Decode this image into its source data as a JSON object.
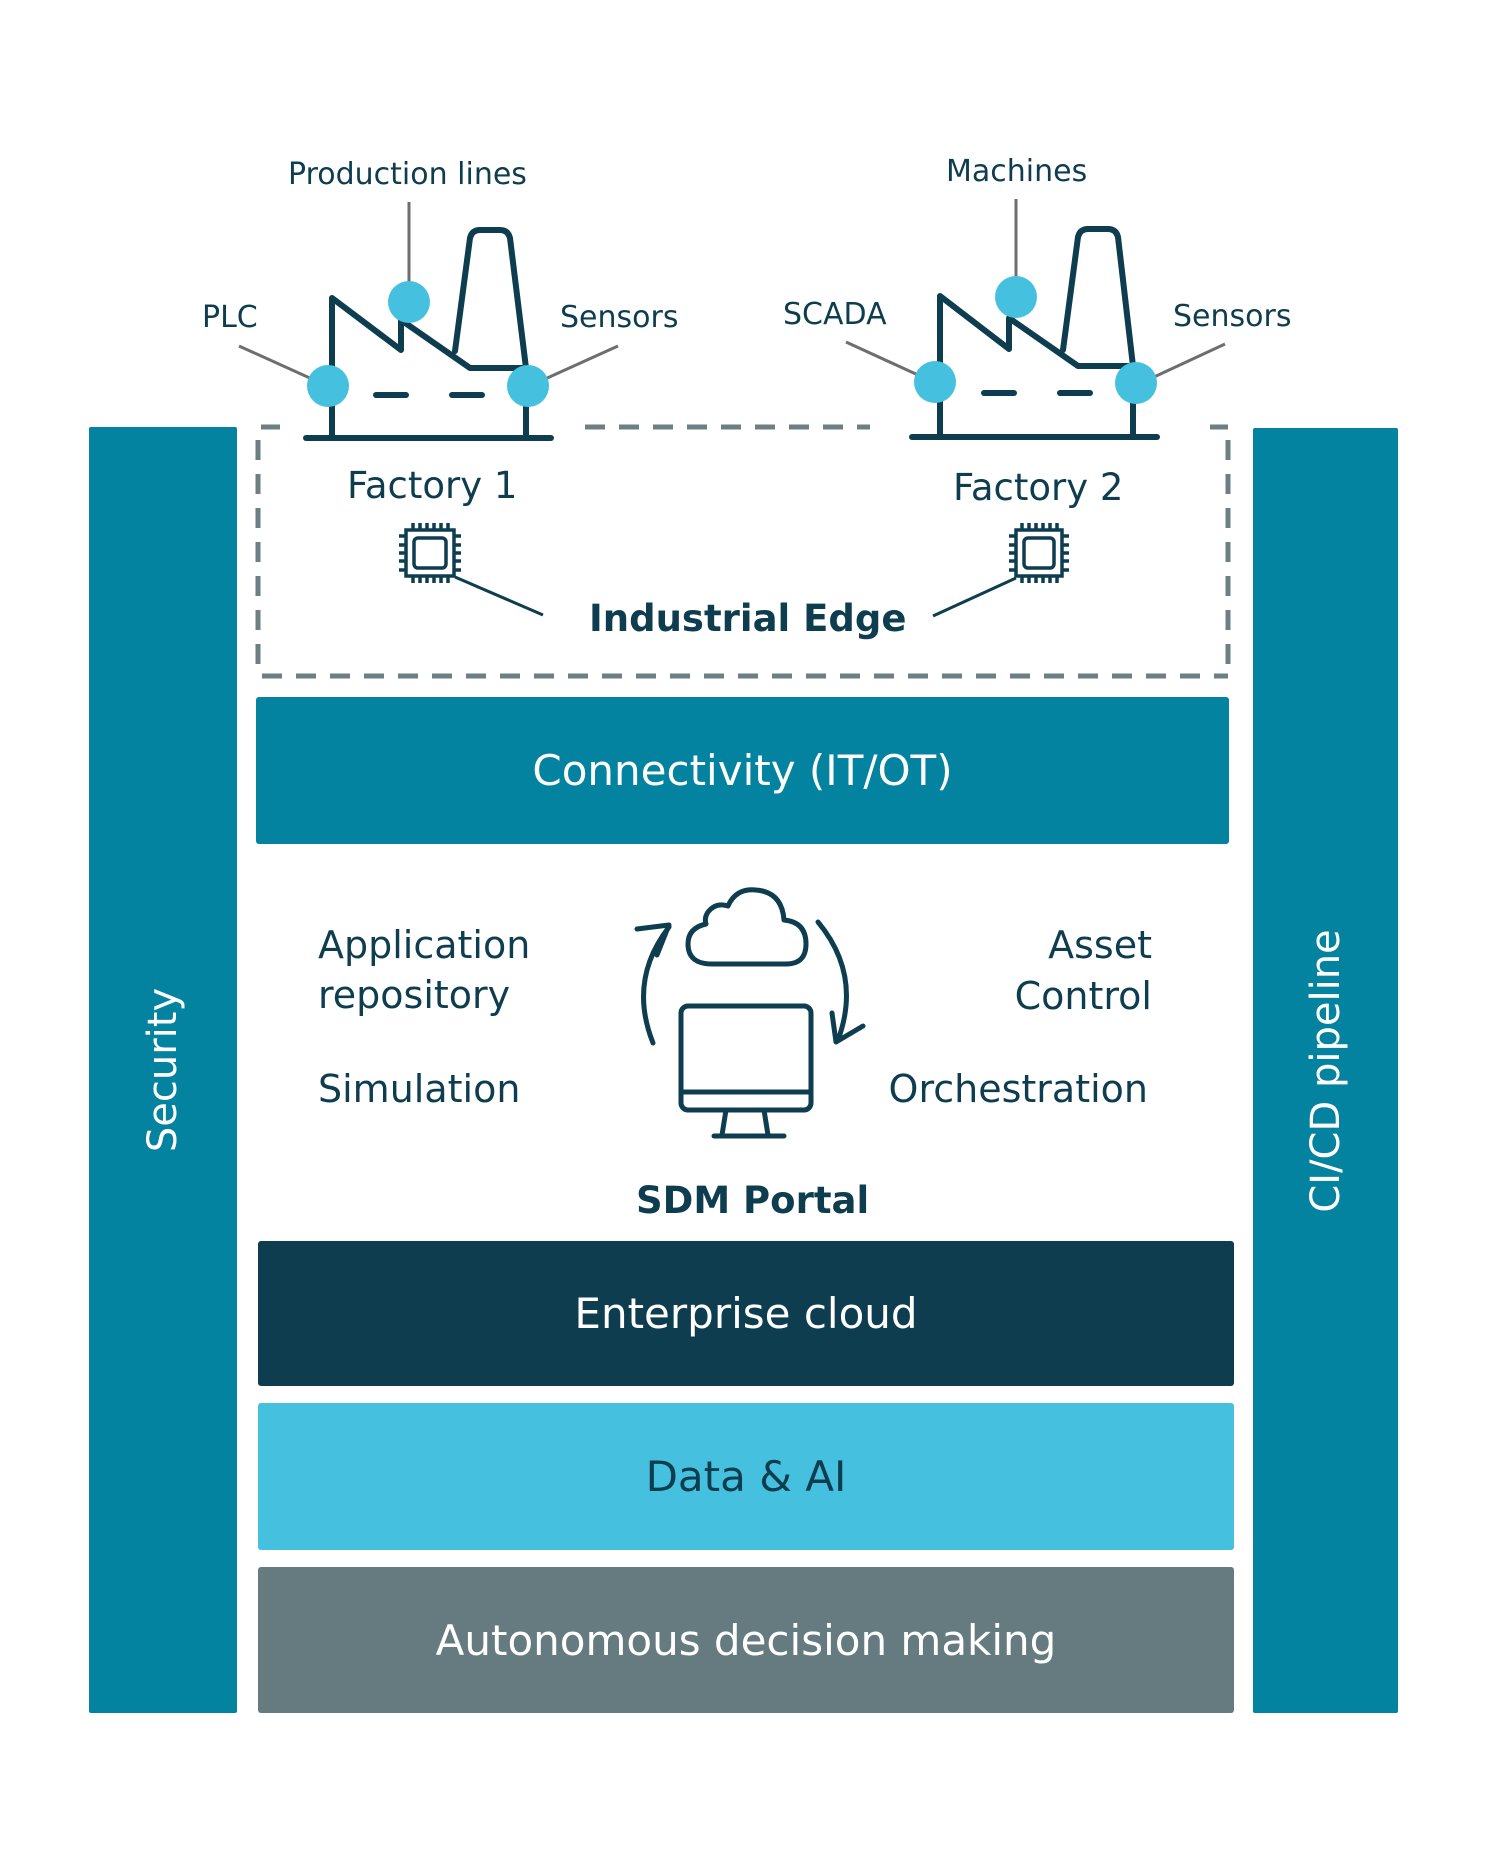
{
  "colors": {
    "dark_teal": "#0F3D50",
    "teal": "#03839F",
    "light_blue": "#45C1DF",
    "grey": "#657B80",
    "dash": "#6B7F84",
    "leader": "#6E6E6E",
    "white": "#FFFFFF"
  },
  "factories": [
    {
      "name": "Factory 1",
      "top_label": "Production lines",
      "left_label": "PLC",
      "right_label": "Sensors",
      "icon": "factory-icon",
      "edge_device_icon": "chip-icon"
    },
    {
      "name": "Factory 2",
      "top_label": "Machines",
      "left_label": "SCADA",
      "right_label": "Sensors",
      "icon": "factory-icon",
      "edge_device_icon": "chip-icon"
    }
  ],
  "industrial_edge": {
    "label": "Industrial Edge"
  },
  "sidebars": {
    "left": {
      "label": "Security"
    },
    "right": {
      "label": "CI/CD pipeline"
    }
  },
  "portal": {
    "title": "SDM Portal",
    "icons": [
      "cloud-icon",
      "monitor-icon",
      "sync-arrows-icon"
    ],
    "left_features": [
      "Application repository",
      "Simulation"
    ],
    "left_feature_lines": {
      "app_line1": "Application",
      "app_line2": "repository",
      "sim": "Simulation"
    },
    "right_features": [
      "Asset Control",
      "Orchestration"
    ],
    "right_feature_lines": {
      "asset_line1": "Asset",
      "asset_line2": "Control",
      "orch": "Orchestration"
    }
  },
  "layers": [
    {
      "label": "Connectivity (IT/OT)",
      "bg": "#03839F",
      "fg": "#FFFFFF"
    },
    {
      "label": "Enterprise cloud",
      "bg": "#0F3D50",
      "fg": "#FFFFFF"
    },
    {
      "label": "Data & AI",
      "bg": "#45C1DF",
      "fg": "#0F3D50"
    },
    {
      "label": "Autonomous decision making",
      "bg": "#657B80",
      "fg": "#FFFFFF"
    }
  ]
}
